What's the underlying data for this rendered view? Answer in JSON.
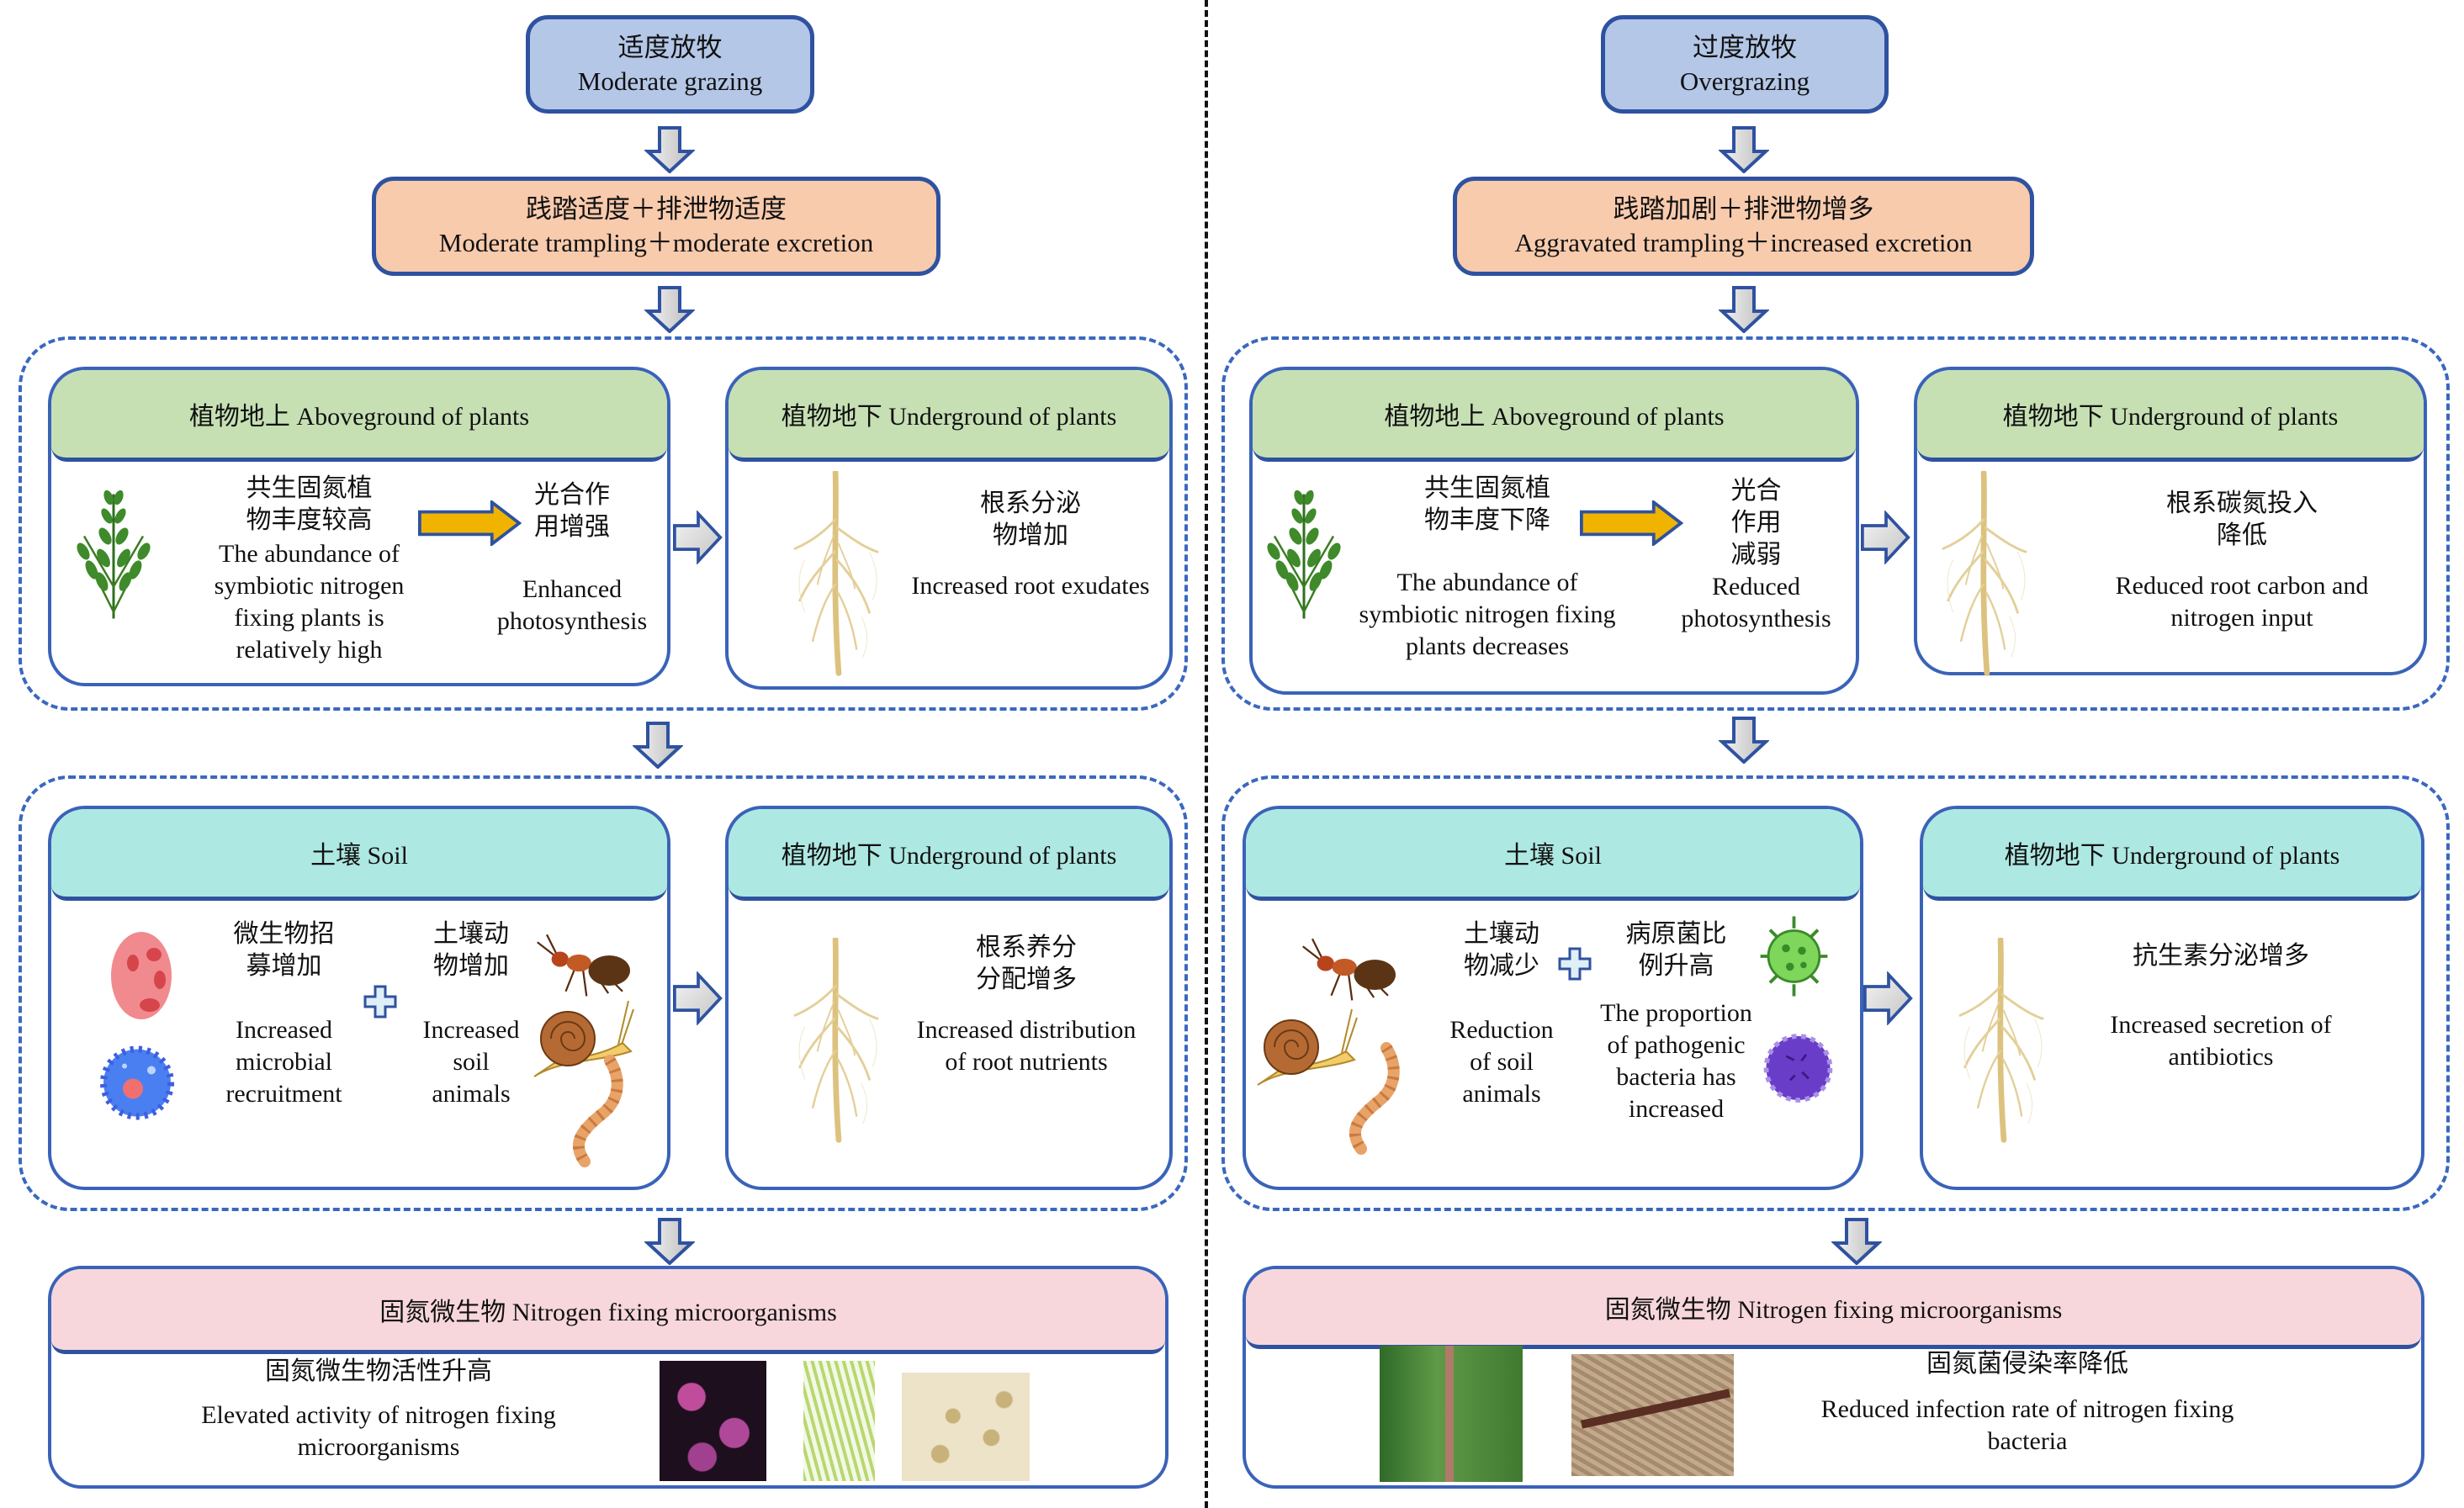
{
  "left": {
    "top": {
      "zh": "适度放牧",
      "en": "Moderate grazing"
    },
    "effect": {
      "zh": "践踏适度＋排泄物适度",
      "en": "Moderate trampling＋moderate excretion"
    },
    "aboveground": {
      "title": "植物地上 Aboveground of plants",
      "item1_zh_1": "共生固氮植",
      "item1_zh_2": "物丰度较高",
      "item1_en": [
        "The abundance of",
        "symbiotic nitrogen",
        "fixing plants is",
        "relatively high"
      ],
      "item2_zh_1": "光合作",
      "item2_zh_2": "用增强",
      "item2_en": [
        "Enhanced",
        "photosynthesis"
      ]
    },
    "underground1": {
      "title": "植物地下 Underground of plants",
      "zh_1": "根系分泌",
      "zh_2": "物增加",
      "en": [
        "Increased root exudates"
      ]
    },
    "soil": {
      "title": "土壤 Soil",
      "item1_zh_1": "微生物招",
      "item1_zh_2": "募增加",
      "item1_en": [
        "Increased",
        "microbial",
        "recruitment"
      ],
      "item2_zh_1": "土壤动",
      "item2_zh_2": "物增加",
      "item2_en": [
        "Increased",
        "soil",
        "animals"
      ]
    },
    "underground2": {
      "title": "植物地下 Underground of plants",
      "zh_1": "根系养分",
      "zh_2": "分配增多",
      "en": [
        "Increased distribution",
        "of root nutrients"
      ]
    },
    "nfix": {
      "title": "固氮微生物 Nitrogen fixing microorganisms",
      "zh": "固氮微生物活性升高",
      "en": [
        "Elevated activity of nitrogen fixing",
        "microorganisms"
      ]
    }
  },
  "right": {
    "top": {
      "zh": "过度放牧",
      "en": "Overgrazing"
    },
    "effect": {
      "zh": "践踏加剧＋排泄物增多",
      "en": "Aggravated trampling＋increased excretion"
    },
    "aboveground": {
      "title": "植物地上 Aboveground of plants",
      "item1_zh_1": "共生固氮植",
      "item1_zh_2": "物丰度下降",
      "item1_en": [
        "The abundance of",
        "symbiotic nitrogen fixing",
        "plants decreases"
      ],
      "item2_zh": [
        "光合",
        "作用",
        "减弱"
      ],
      "item2_en": [
        "Reduced",
        "photosynthesis"
      ]
    },
    "underground1": {
      "title": "植物地下 Underground of plants",
      "zh_1": "根系碳氮投入",
      "zh_2": "降低",
      "en": [
        "Reduced root carbon and",
        "nitrogen input"
      ]
    },
    "soil": {
      "title": "土壤 Soil",
      "item1_zh_1": "土壤动",
      "item1_zh_2": "物减少",
      "item1_en": [
        "Reduction",
        "of soil",
        "animals"
      ],
      "item2_zh_1": "病原菌比",
      "item2_zh_2": "例升高",
      "item2_en": [
        "The proportion",
        "of pathogenic",
        "bacteria has",
        "increased"
      ]
    },
    "underground2": {
      "title": "植物地下 Underground of plants",
      "zh": "抗生素分泌增多",
      "en": [
        "Increased secretion of",
        "antibiotics"
      ]
    },
    "nfix": {
      "title": "固氮微生物 Nitrogen fixing microorganisms",
      "zh": "固氮菌侵染率降低",
      "en": [
        "Reduced infection rate of nitrogen fixing",
        "bacteria"
      ]
    }
  },
  "colors": {
    "border_blue": "#2f52a0",
    "top_box": "#b4c7e7",
    "effect_box": "#f8cbad",
    "plant_header": "#c6e0b4",
    "soil_header": "#aee8e2",
    "nfix_header": "#f7d7dc",
    "orange_arrow": "#f0b400"
  }
}
